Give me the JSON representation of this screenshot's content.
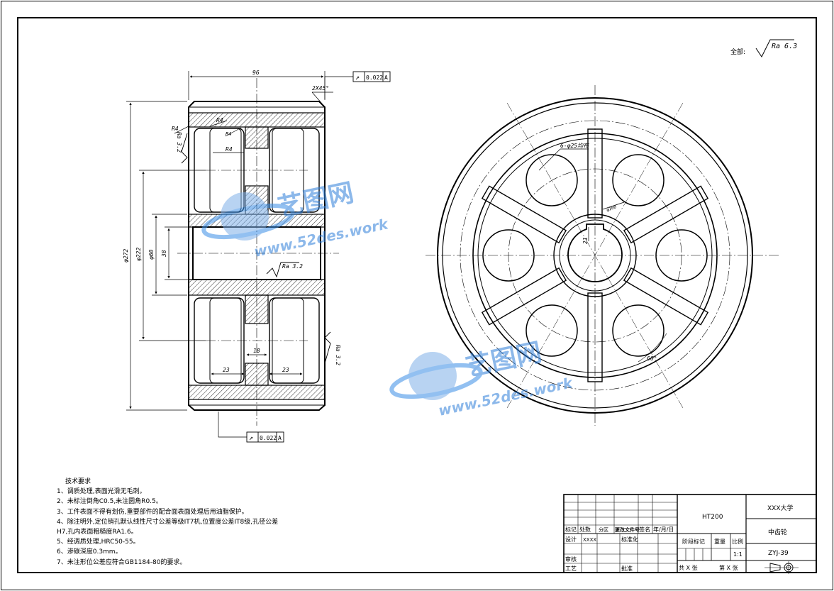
{
  "drawing": {
    "roughness_prefix": "全部:",
    "roughness_general": "Ra 6.3",
    "roughness_bore": "Ra 3.2",
    "roughness_left": "Ra 3.2",
    "roughness_right": "Ra 3.2",
    "tol_top": {
      "symbol": "↗",
      "value": "0.022",
      "datum": "A"
    },
    "tol_bottom": {
      "symbol": "↗",
      "value": "0.022",
      "datum": "A"
    },
    "dims": {
      "width": "96",
      "chamfer": "2X45°",
      "outer_dia": "φ272",
      "inner_dia": "φ222",
      "hub_dia": "φ60",
      "bore": "38",
      "web": "18",
      "rim_left": "23",
      "rim_right": "23",
      "r1": "R4",
      "r2": "R4",
      "r3": "R4",
      "r4": "R4",
      "keyway": "21",
      "holes": "6-φ25均布",
      "pcd": "φ100",
      "angle": "60°"
    }
  },
  "watermark": {
    "brand": "艺图网",
    "site": "www.52des.work"
  },
  "notes": {
    "title": "技术要求",
    "items": [
      "1、调质处理,表面光滑无毛刺。",
      "2、未标注倒角C0.5,未注圆角R0.5。",
      "3、工件表面不得有划伤,重要部件的配合面表面处理后用油脂保护。",
      "4、除注明外,定位销孔默认线性尺寸公差等级IT7机,位置度公差IT8级,孔径公差",
      "H7,孔内表面粗糙度RA1.6。",
      "5、经调质处理,HRC50-55。",
      "6、渗碳深度0.3mm。",
      "7、未注形位公差应符合GB1184-80的要求。"
    ]
  },
  "title_block": {
    "material": "HT200",
    "school": "XXX大学",
    "part_name": "中齿轮",
    "drawing_no": "ZYJ-39",
    "headers": [
      "标记",
      "处数",
      "分区",
      "更改文件号",
      "签名",
      "年/月/日"
    ],
    "design": "设计",
    "designer": "XXXX",
    "standard": "标准化",
    "review": "审核",
    "process": "工艺",
    "approve": "批准",
    "stage": "阶段标记",
    "weight": "重量",
    "scale_label": "比例",
    "scale": "1:1",
    "total": "共 X 张",
    "sheet": "第 X 张"
  }
}
